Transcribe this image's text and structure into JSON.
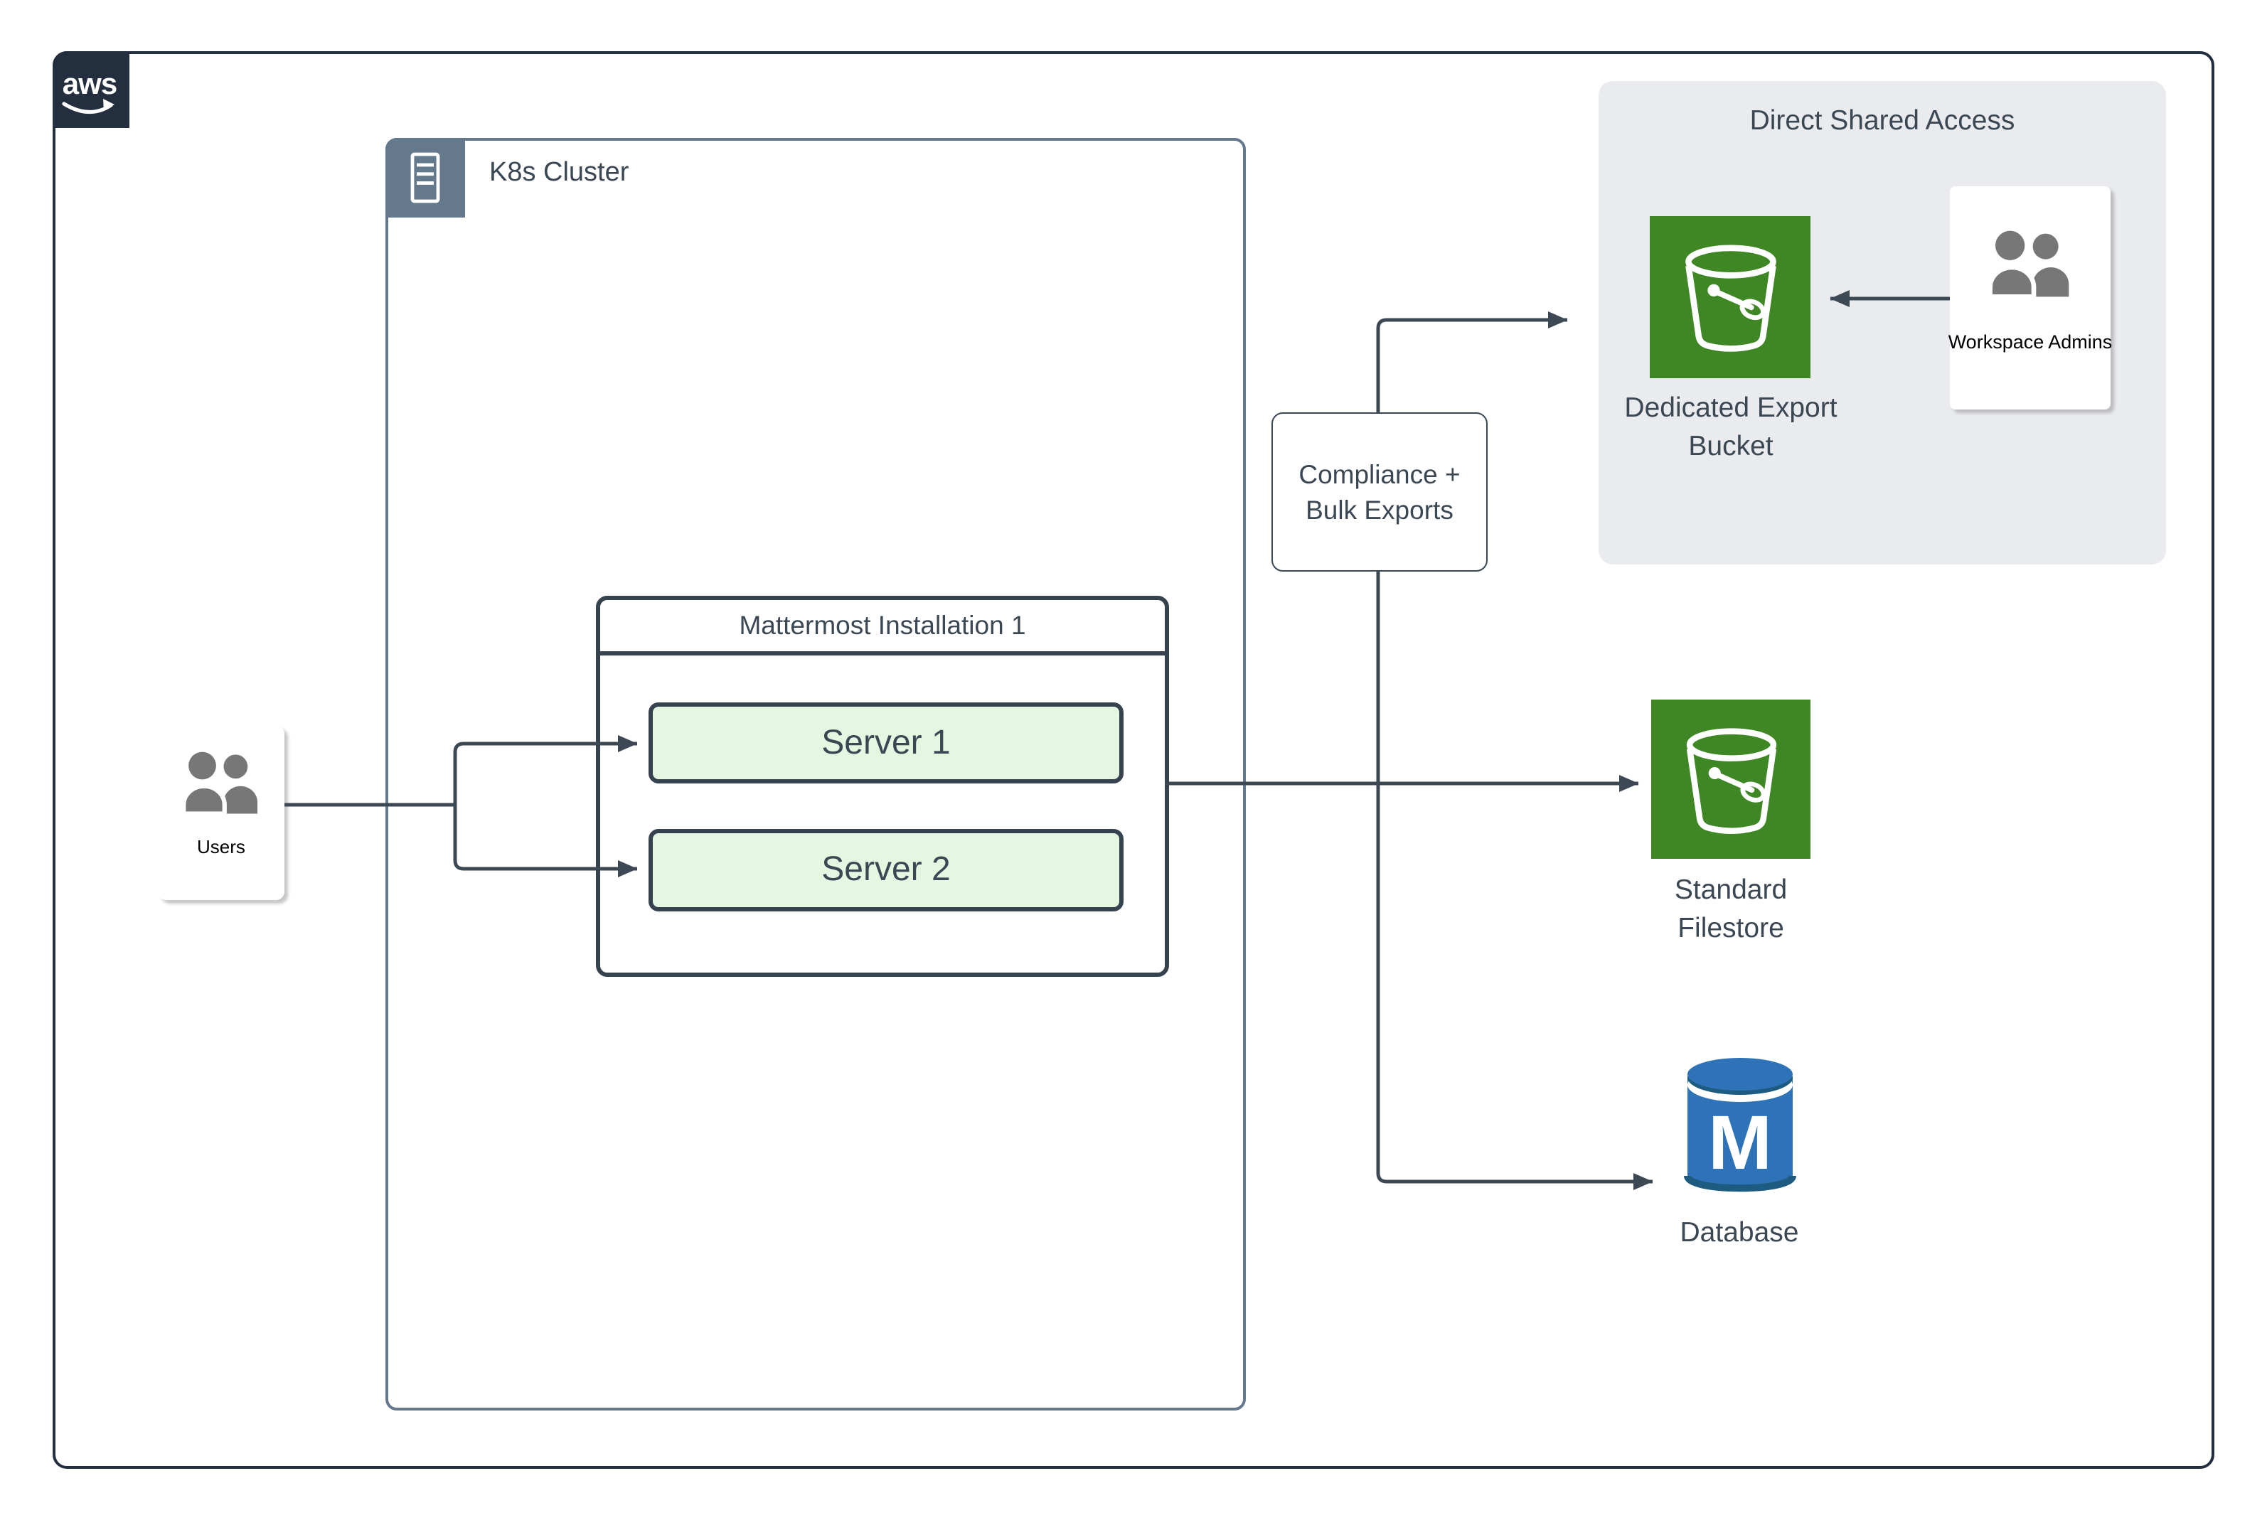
{
  "diagram": {
    "aws_logo": "aws",
    "k8s_cluster_label": "K8s Cluster",
    "mattermost": {
      "title": "Mattermost Installation 1",
      "servers": [
        {
          "label": "Server 1"
        },
        {
          "label": "Server 2"
        }
      ]
    },
    "users_label": "Users",
    "compliance": {
      "line1": "Compliance +",
      "line2": "Bulk Exports"
    },
    "direct_shared_access": {
      "title": "Direct Shared Access",
      "bucket_label_line1": "Dedicated Export",
      "bucket_label_line2": "Bucket",
      "admins_label": "Workspace Admins"
    },
    "filestore_label_line1": "Standard",
    "filestore_label_line2": "Filestore",
    "database_label": "Database",
    "database_monogram": "M",
    "colors": {
      "line_dark": "#3d4855",
      "text_dark": "#3b4753",
      "k8s_slate": "#64798c",
      "aws_navy": "#232f3e",
      "bucket_green": "#3f8624",
      "server_fill_green": "#e3f7e1",
      "panel_gray": "#e9ebee",
      "database_blue": "#2e73b8",
      "database_blue_dark": "#1e5b80",
      "people_gray": "#777777"
    }
  }
}
